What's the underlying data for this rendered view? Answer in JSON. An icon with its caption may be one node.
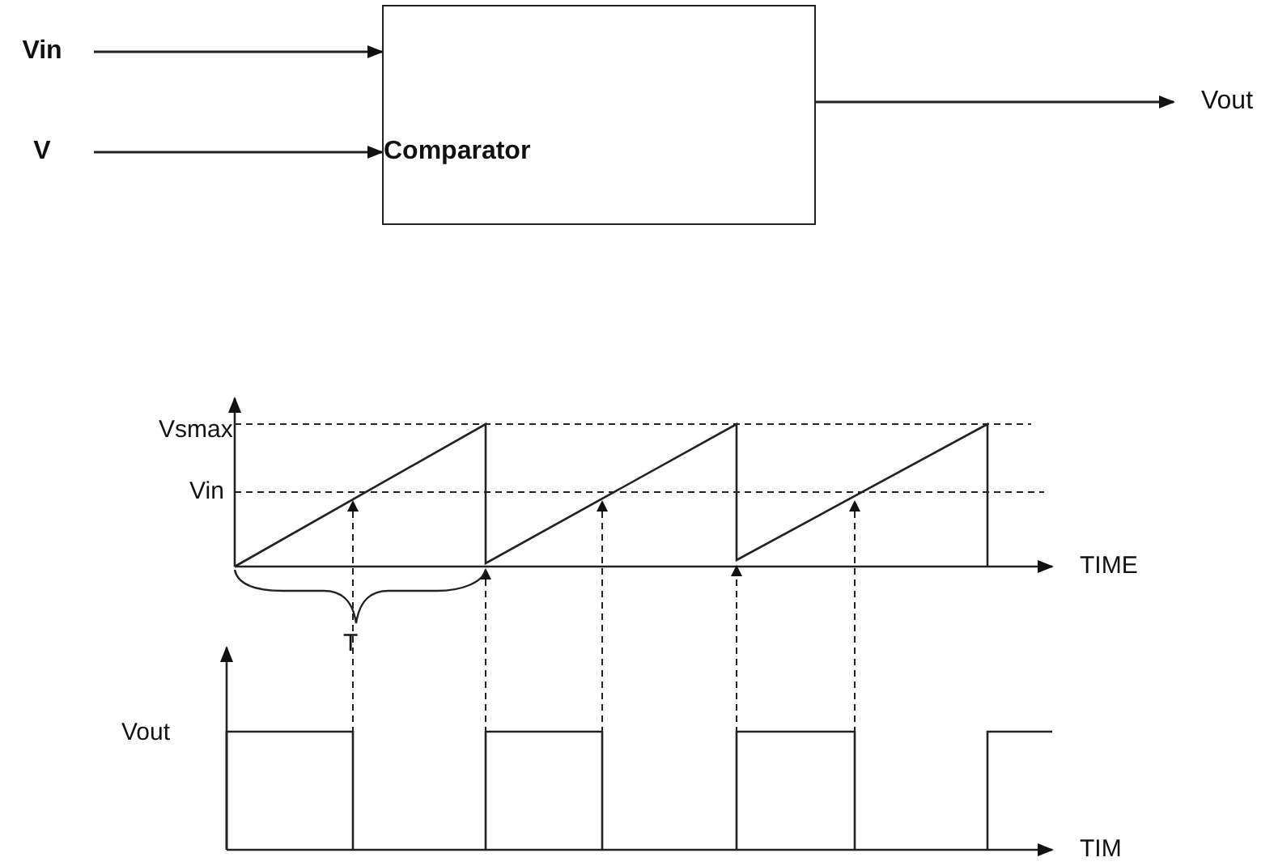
{
  "diagram": {
    "nodes": [
      {
        "text": [
          "Vin"
        ]
      },
      {
        "text": [
          "V"
        ]
      },
      {
        "text": [
          "Comparator"
        ]
      },
      {
        "text": [
          "Vout"
        ]
      }
    ],
    "edges": [
      {
        "from": 0,
        "to": 2,
        "arrow": "to"
      },
      {
        "from": 1,
        "to": 2,
        "arrow": "to"
      },
      {
        "from": 2,
        "to": 3,
        "arrow": "to"
      }
    ],
    "labels": [
      "Vsmax",
      "Vin",
      "TIME",
      "T",
      "Vout",
      "TIM"
    ]
  }
}
